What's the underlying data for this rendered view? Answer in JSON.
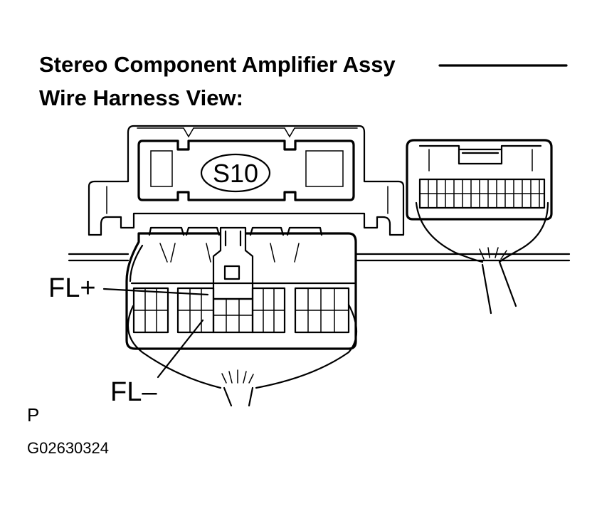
{
  "title": {
    "line1": "Stereo Component  Amplifier Assy",
    "line2": "Wire Harness View:"
  },
  "connector": {
    "id": "S10"
  },
  "callouts": {
    "fl_plus": "FL+",
    "fl_minus": "FL–"
  },
  "footer": {
    "view_letter": "P",
    "figure_code": "G02630324"
  }
}
